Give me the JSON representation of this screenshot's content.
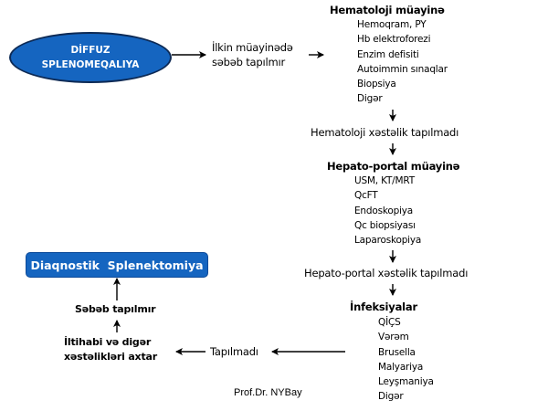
{
  "start": {
    "line1": "DİFFUZ",
    "line2": "SPLENOMEQALIYA",
    "color": "#1565c0"
  },
  "initial_exam": {
    "line1": "İlkin müayinədə",
    "line2": "səbəb tapılmır"
  },
  "hematology": {
    "title": "Hematoloji müayinə",
    "items": [
      "Hemoqram, PY",
      "Hb elektroforezi",
      "Enzim defisiti",
      "Autoimmin sınaqlar",
      "Biopsiya",
      "Digər"
    ],
    "result": "Hematoloji  xəstəlik tapılmadı"
  },
  "hepato_portal": {
    "title": "Hepato-portal müayinə",
    "items": [
      "USM, KT/MRT",
      "QcFT",
      "Endoskopiya",
      "Qc biopsiyası",
      "Laparoskopiya"
    ],
    "result": "Hepato-portal xəstəlik tapılmadı"
  },
  "infections": {
    "title": "İnfeksiyalar",
    "items": [
      "QİÇS",
      "Vərəm",
      "Brusella",
      "Malyariya",
      "Leyşmaniya",
      "Digər"
    ]
  },
  "not_found": "Tapılmadı",
  "inflammatory": {
    "line1": "İltihabi və digər",
    "line2": "xəstəlikləri axtar"
  },
  "cause_not_found": "Səbəb tapılmır",
  "diagnostic": {
    "label": "Diaqnostik  Splenektomiya",
    "color": "#1565c0"
  },
  "credit": "Prof.Dr. NYBay"
}
